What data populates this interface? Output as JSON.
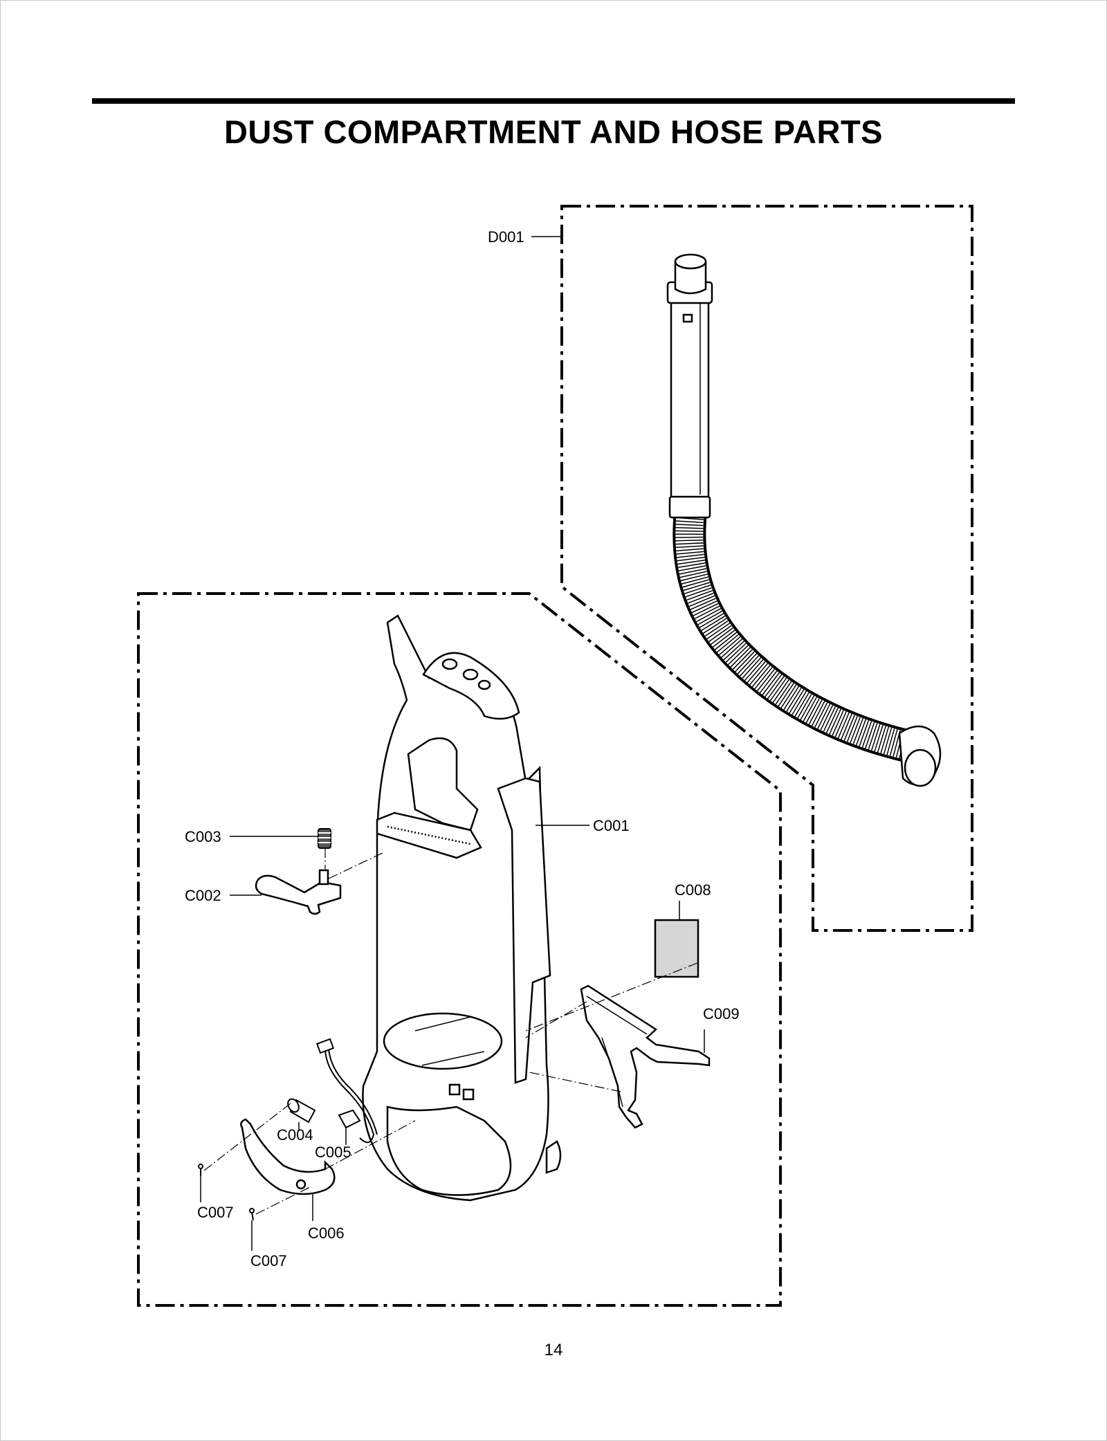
{
  "page": {
    "title": "DUST COMPARTMENT AND HOSE PARTS",
    "page_number": "14"
  },
  "callouts": {
    "d001": "D001",
    "c001": "C001",
    "c002": "C002",
    "c003": "C003",
    "c004": "C004",
    "c005": "C005",
    "c006": "C006",
    "c007_a": "C007",
    "c007_b": "C007",
    "c008": "C008",
    "c009": "C009"
  },
  "colors": {
    "ink": "#000000",
    "filter_fill": "#d6d6d6",
    "part_fill": "#ffffff"
  }
}
